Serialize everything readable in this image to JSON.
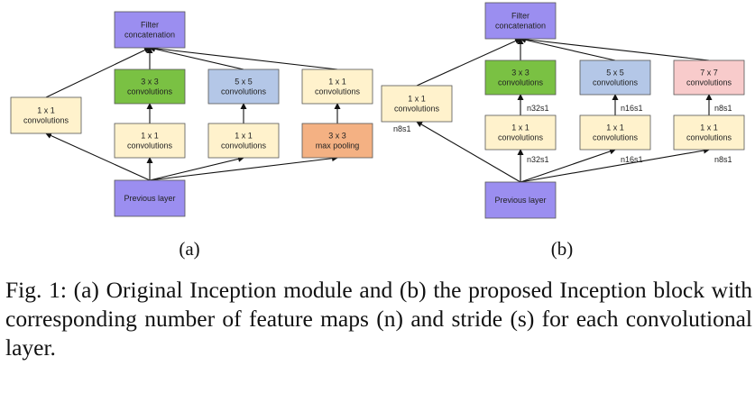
{
  "colors": {
    "yellow": "#fff2cc",
    "green": "#7ac143",
    "blue": "#b4c7e7",
    "purple": "#9b8ef0",
    "orange": "#f4b183",
    "pink": "#f8cbcb"
  },
  "diagram_a": {
    "label": "(a)",
    "nodes": [
      {
        "id": "concat",
        "lines": [
          "Filter",
          "concatenation"
        ],
        "color": "purple"
      },
      {
        "id": "c1a",
        "lines": [
          "1 x 1",
          "convolutions"
        ],
        "color": "yellow"
      },
      {
        "id": "c3",
        "lines": [
          "3 x 3",
          "convolutions"
        ],
        "color": "green"
      },
      {
        "id": "c5",
        "lines": [
          "5 x 5",
          "convolutions"
        ],
        "color": "blue"
      },
      {
        "id": "c1d",
        "lines": [
          "1 x 1",
          "convolutions"
        ],
        "color": "yellow"
      },
      {
        "id": "c1b",
        "lines": [
          "1 x 1",
          "convolutions"
        ],
        "color": "yellow"
      },
      {
        "id": "c1c",
        "lines": [
          "1 x 1",
          "convolutions"
        ],
        "color": "yellow"
      },
      {
        "id": "pool",
        "lines": [
          "3 x 3",
          "max pooling"
        ],
        "color": "orange"
      },
      {
        "id": "prev",
        "lines": [
          "Previous layer"
        ],
        "color": "purple"
      }
    ],
    "edges": [
      [
        "prev",
        "c1a"
      ],
      [
        "prev",
        "c1b"
      ],
      [
        "prev",
        "c1c"
      ],
      [
        "prev",
        "pool"
      ],
      [
        "c1b",
        "c3"
      ],
      [
        "c1c",
        "c5"
      ],
      [
        "pool",
        "c1d"
      ],
      [
        "c1a",
        "concat"
      ],
      [
        "c3",
        "concat"
      ],
      [
        "c5",
        "concat"
      ],
      [
        "c1d",
        "concat"
      ]
    ]
  },
  "diagram_b": {
    "label": "(b)",
    "nodes": [
      {
        "id": "concat",
        "lines": [
          "Filter",
          "concatenation"
        ],
        "color": "purple"
      },
      {
        "id": "c1a",
        "lines": [
          "1 x 1",
          "convolutions"
        ],
        "color": "yellow"
      },
      {
        "id": "c3",
        "lines": [
          "3 x 3",
          "convolutions"
        ],
        "color": "green"
      },
      {
        "id": "c5",
        "lines": [
          "5 x 5",
          "convolutions"
        ],
        "color": "blue"
      },
      {
        "id": "c7",
        "lines": [
          "7 x 7",
          "convolutions"
        ],
        "color": "pink"
      },
      {
        "id": "c1b",
        "lines": [
          "1 x 1",
          "convolutions"
        ],
        "color": "yellow"
      },
      {
        "id": "c1c",
        "lines": [
          "1 x 1",
          "convolutions"
        ],
        "color": "yellow"
      },
      {
        "id": "c1d",
        "lines": [
          "1 x 1",
          "convolutions"
        ],
        "color": "yellow"
      },
      {
        "id": "prev",
        "lines": [
          "Previous layer"
        ],
        "color": "purple"
      }
    ],
    "edges": [
      [
        "prev",
        "c1a"
      ],
      [
        "prev",
        "c1b"
      ],
      [
        "prev",
        "c1c"
      ],
      [
        "prev",
        "c1d"
      ],
      [
        "c1b",
        "c3"
      ],
      [
        "c1c",
        "c5"
      ],
      [
        "c1d",
        "c7"
      ],
      [
        "c1a",
        "concat"
      ],
      [
        "c3",
        "concat"
      ],
      [
        "c5",
        "concat"
      ],
      [
        "c7",
        "concat"
      ]
    ],
    "annotations": [
      {
        "id": "n8s1_a",
        "text": "n8s1"
      },
      {
        "id": "n32s1_top",
        "text": "n32s1"
      },
      {
        "id": "n16s1_top",
        "text": "n16s1"
      },
      {
        "id": "n8s1_top",
        "text": "n8s1"
      },
      {
        "id": "n32s1_bot",
        "text": "n32s1"
      },
      {
        "id": "n16s1_bot",
        "text": "n16s1"
      },
      {
        "id": "n8s1_bot",
        "text": "n8s1"
      }
    ]
  },
  "caption": "Fig. 1: (a) Original Inception module and (b) the proposed Inception block with corresponding number of feature maps (n) and stride (s) for each convolutional layer."
}
